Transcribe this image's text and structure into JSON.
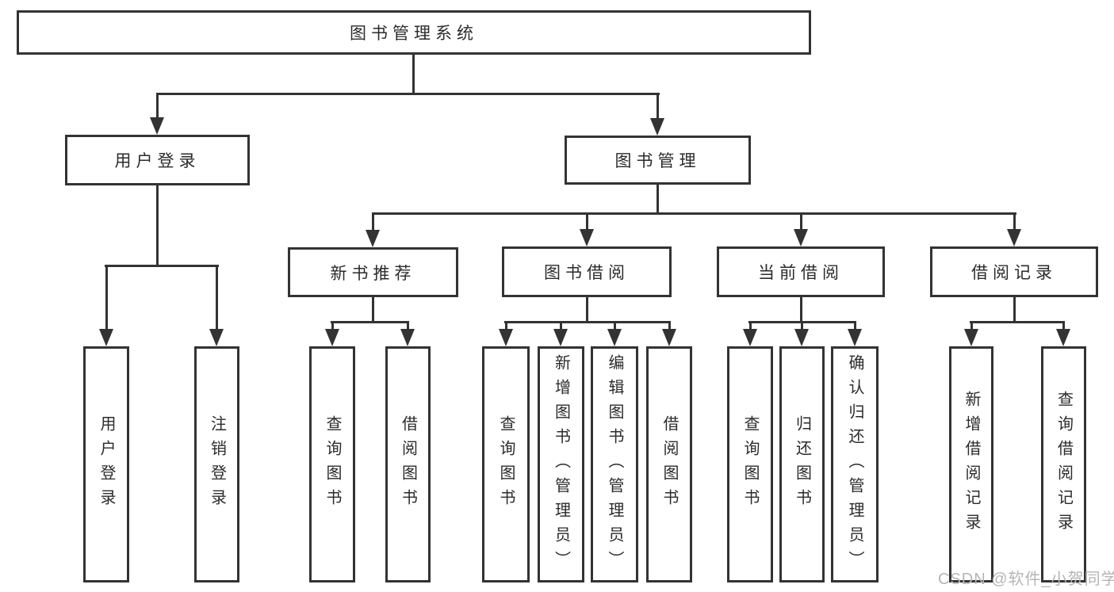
{
  "page": {
    "watermark": "CSDN @软件_小贺同学",
    "colors": {
      "background": "#ffffff",
      "line": "#333333",
      "text": "#2b2b2b",
      "watermark": "#b5b5b5"
    }
  },
  "tree": {
    "root": {
      "label": "图书管理系统",
      "children": [
        {
          "label": "用户登录",
          "children": [
            {
              "label": "用户登录"
            },
            {
              "label": "注销登录"
            }
          ]
        },
        {
          "label": "图书管理",
          "children": [
            {
              "label": "新书推荐",
              "children": [
                {
                  "label": "查询图书"
                },
                {
                  "label": "借阅图书"
                }
              ]
            },
            {
              "label": "图书借阅",
              "children": [
                {
                  "label": "查询图书"
                },
                {
                  "label": "新增图书（管理员）"
                },
                {
                  "label": "编辑图书（管理员）"
                },
                {
                  "label": "借阅图书"
                }
              ]
            },
            {
              "label": "当前借阅",
              "children": [
                {
                  "label": "查询图书"
                },
                {
                  "label": "归还图书"
                },
                {
                  "label": "确认归还（管理员）"
                }
              ]
            },
            {
              "label": "借阅记录",
              "children": [
                {
                  "label": "新增借阅记录"
                },
                {
                  "label": "查询借阅记录"
                }
              ]
            }
          ]
        }
      ]
    }
  }
}
